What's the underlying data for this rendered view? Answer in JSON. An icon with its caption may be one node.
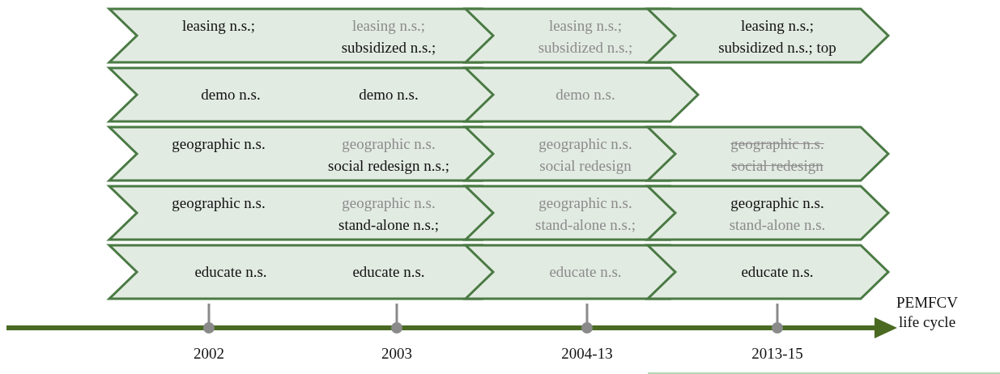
{
  "diagram": {
    "nodes": [
      {
        "text": [
          "leasing n.s.;",
          "leasing n.s.;",
          "subsidized n.s.;"
        ]
      },
      {
        "text": [
          "leasing n.s.;",
          "subsidized n.s.;"
        ]
      },
      {
        "text": [
          "leasing n.s.;",
          "subsidized n.s.; top"
        ]
      },
      {
        "text": [
          "demo n.s.",
          "demo n.s."
        ]
      },
      {
        "text": [
          "demo n.s."
        ]
      },
      {
        "text": [
          "geographic n.s.",
          "geographic n.s.",
          "social redesign n.s.;"
        ]
      },
      {
        "text": [
          "geographic n.s.",
          "social redesign"
        ]
      },
      {
        "text": [
          "geographic n.s.",
          "social redesign"
        ]
      },
      {
        "text": [
          "geographic n.s.",
          "geographic n.s.",
          "stand-alone n.s.;"
        ]
      },
      {
        "text": [
          "geographic n.s.",
          "stand-alone n.s.;"
        ]
      },
      {
        "text": [
          "geographic n.s.",
          "stand-alone n.s."
        ]
      },
      {
        "text": [
          "educate n.s.",
          "educate n.s."
        ]
      },
      {
        "text": [
          "educate n.s."
        ]
      },
      {
        "text": [
          "educate n.s."
        ]
      }
    ],
    "labels": [
      "2002",
      "2003",
      "2004-13",
      "2013-15",
      "PEMFCV life cycle"
    ]
  }
}
